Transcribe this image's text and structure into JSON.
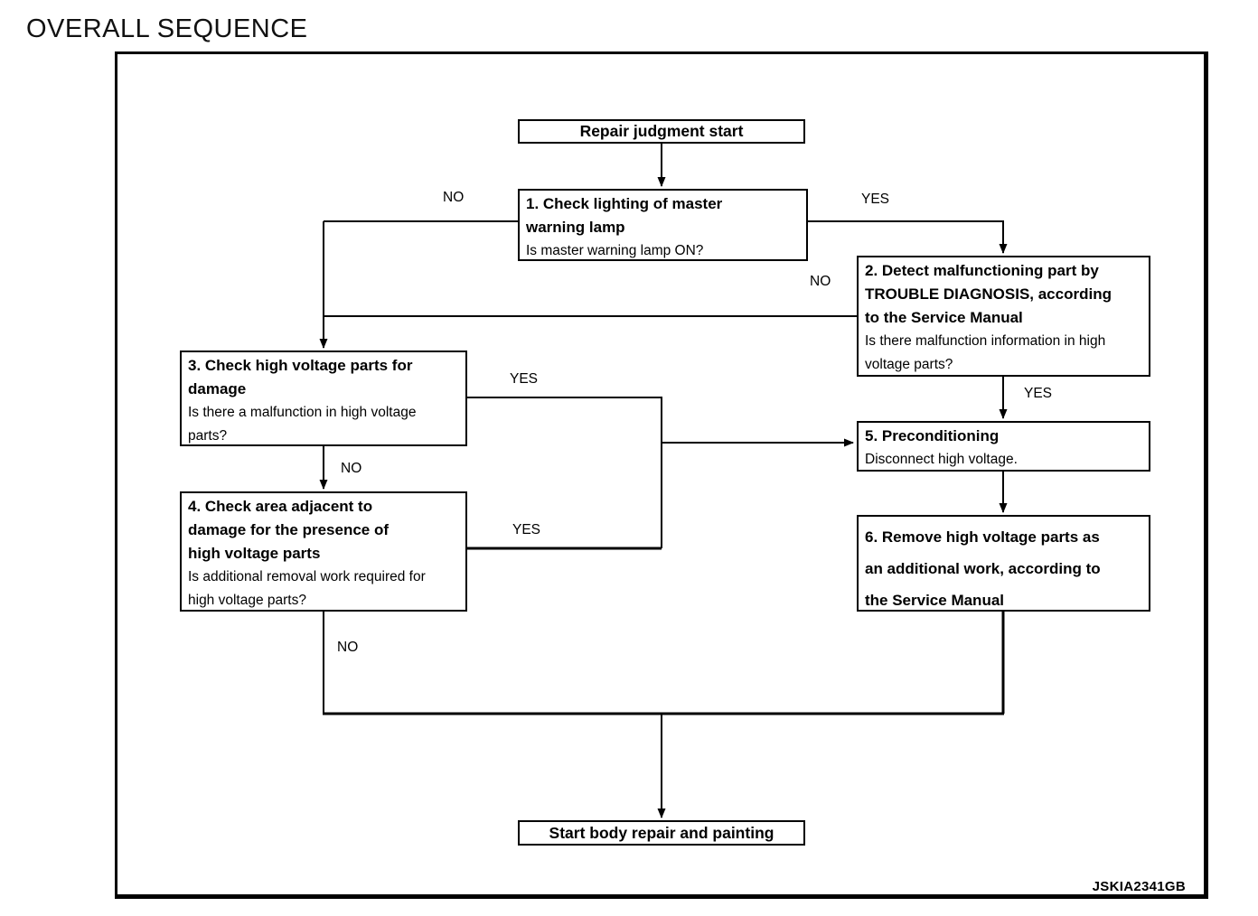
{
  "title": "OVERALL SEQUENCE",
  "figure_id": "JSKIA2341GB",
  "nodes": {
    "start": {
      "label": "Repair judgment start"
    },
    "step1": {
      "title": "1. Check lighting of master\nwarning lamp",
      "question": "Is master warning lamp ON?"
    },
    "step2": {
      "title": "2. Detect malfunctioning part by\nTROUBLE DIAGNOSIS, according\nto the Service Manual",
      "question": "Is there malfunction information in high\nvoltage parts?"
    },
    "step3": {
      "title": "3. Check high voltage parts for\ndamage",
      "question": "Is there a malfunction in high voltage\nparts?"
    },
    "step4": {
      "title": "4. Check area adjacent to\ndamage for the presence of\nhigh voltage parts",
      "question": "Is additional removal work required for\nhigh voltage parts?"
    },
    "step5": {
      "title": "5. Preconditioning",
      "question": "Disconnect high voltage."
    },
    "step6": {
      "title": "6. Remove high voltage parts as\nan additional work, according to\nthe Service Manual"
    },
    "end": {
      "label": "Start body repair and painting"
    }
  },
  "edge_labels": {
    "step1_no": "NO",
    "step1_yes": "YES",
    "step2_no": "NO",
    "step2_yes": "YES",
    "step3_yes": "YES",
    "step3_no": "NO",
    "step4_yes": "YES",
    "step4_no": "NO"
  },
  "colors": {
    "line": "#000000",
    "background": "#ffffff",
    "text": "#000000"
  }
}
